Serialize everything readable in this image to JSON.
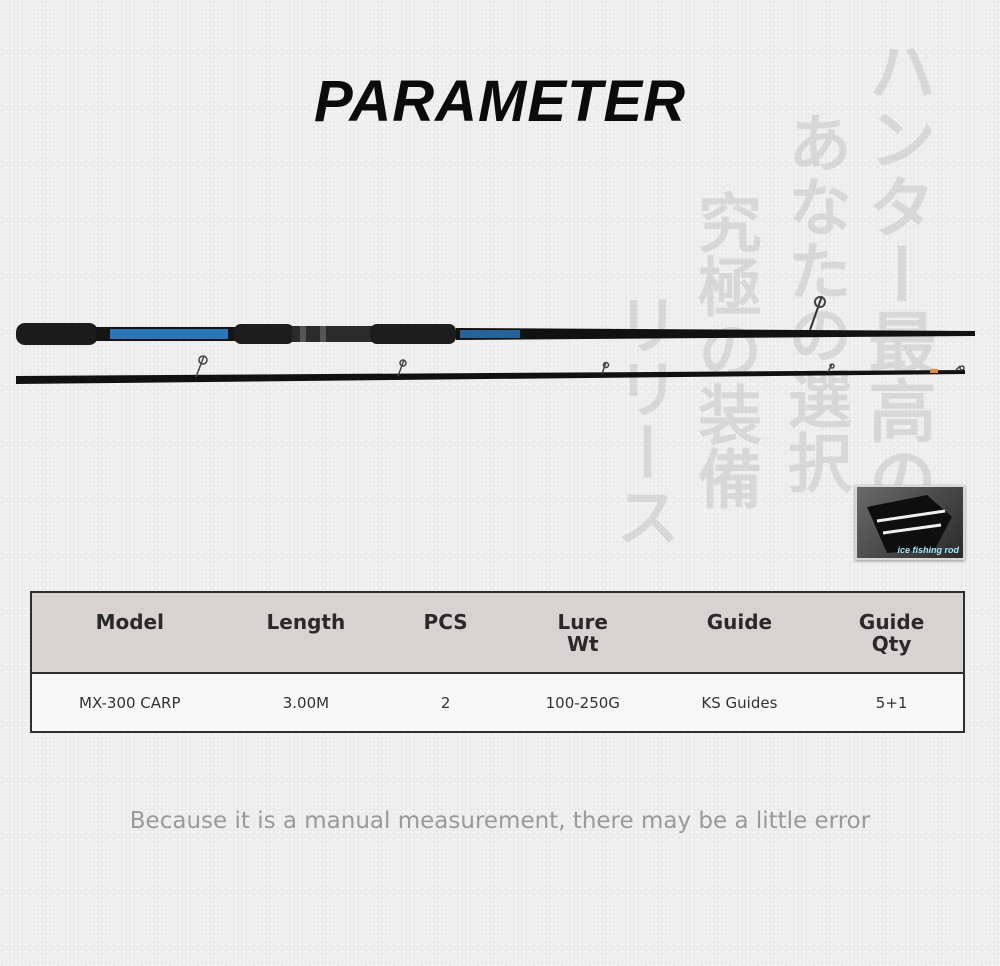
{
  "title": "PARAMETER",
  "background_text": {
    "col1": "ハンター最高の",
    "col2": "あなたの選択",
    "col3": "究極の装備",
    "col4": "リリース"
  },
  "badge": {
    "label": "ice fishing rod"
  },
  "table": {
    "headers": [
      [
        "Model"
      ],
      [
        "Length"
      ],
      [
        "PCS"
      ],
      [
        "Lure",
        "Wt"
      ],
      [
        "Guide"
      ],
      [
        "Guide",
        "Qty"
      ]
    ],
    "row": [
      "MX-300 CARP",
      "3.00M",
      "2",
      "100-250G",
      "KS Guides",
      "5+1"
    ]
  },
  "note": "Because it is a manual measurement, there may be a little error",
  "colors": {
    "accent_blue": "#2f86d6",
    "rod_black": "#111111",
    "header_bg": "#d8d3d3"
  }
}
